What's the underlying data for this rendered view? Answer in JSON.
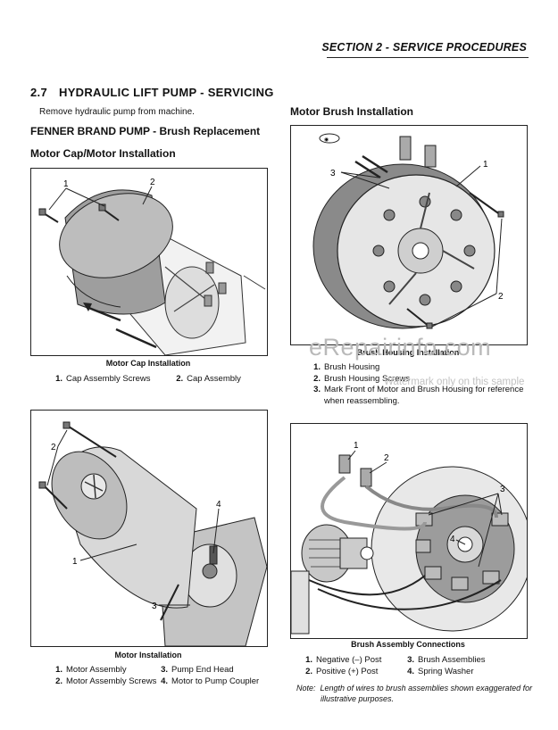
{
  "header": {
    "section_title": "SECTION 2 - SERVICE PROCEDURES"
  },
  "section": {
    "number": "2.7",
    "title": "HYDRAULIC LIFT PUMP - SERVICING",
    "intro": "Remove hydraulic pump from machine."
  },
  "left": {
    "subhead1": "FENNER BRAND PUMP - Brush Replacement",
    "subhead2": "Motor Cap/Motor Installation",
    "fig1": {
      "callouts": [
        "1",
        "2"
      ],
      "caption": "Motor Cap Installation",
      "legend": [
        {
          "num": "1.",
          "text": "Cap Assembly Screws"
        },
        {
          "num": "2.",
          "text": "Cap Assembly"
        }
      ]
    },
    "fig2": {
      "callouts": [
        "2",
        "1",
        "4",
        "3"
      ],
      "caption": "Motor Installation",
      "legend": [
        {
          "num": "1.",
          "text": "Motor Assembly"
        },
        {
          "num": "2.",
          "text": "Motor Assembly Screws"
        },
        {
          "num": "3.",
          "text": "Pump End Head"
        },
        {
          "num": "4.",
          "text": "Motor to Pump Coupler"
        }
      ]
    }
  },
  "right": {
    "subhead": "Motor Brush Installation",
    "fig3": {
      "callouts": [
        "1",
        "3",
        "2"
      ],
      "caption": "Brush Housing Installation",
      "legend": [
        {
          "num": "1.",
          "text": "Brush Housing"
        },
        {
          "num": "2.",
          "text": "Brush Housing Screws"
        },
        {
          "num": "3.",
          "text": "Mark Front of Motor and Brush Housing for reference"
        },
        {
          "num": "",
          "text": "when reassembling."
        }
      ]
    },
    "fig4": {
      "callouts": [
        "1",
        "2",
        "3",
        "4"
      ],
      "caption": "Brush Assembly Connections",
      "legend": [
        {
          "num": "1.",
          "text": "Negative (–) Post"
        },
        {
          "num": "2.",
          "text": "Positive (+) Post"
        },
        {
          "num": "3.",
          "text": "Brush Assemblies"
        },
        {
          "num": "4.",
          "text": "Spring Washer"
        }
      ],
      "note_label": "Note:",
      "note_line1": "Length of wires to brush assemblies shown exaggerated for",
      "note_line2": "illustrative purposes."
    }
  },
  "watermark": {
    "main": "eRepairinfo.com",
    "sub": "Watermark only on this sample"
  }
}
